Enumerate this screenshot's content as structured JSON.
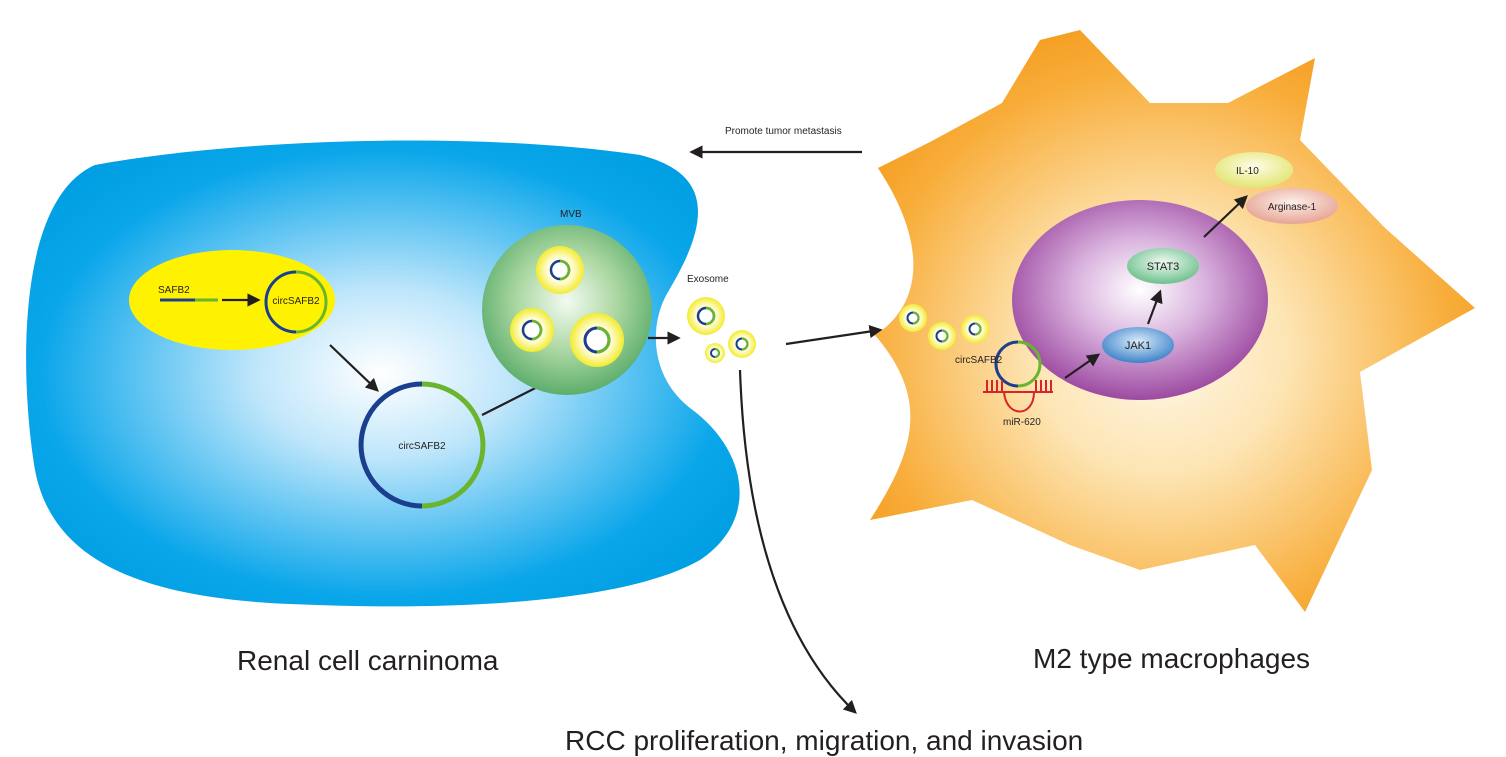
{
  "labels": {
    "promote": "Promote tumor metastasis",
    "mvb": "MVB",
    "exosome": "Exosome",
    "safb2": "SAFB2",
    "circ_small": "circSAFB2",
    "circ_big": "circSAFB2",
    "circ_macro": "circSAFB2",
    "mir": "miR-620",
    "jak1": "JAK1",
    "stat3": "STAT3",
    "il10": "IL-10",
    "arginase": "Arginase-1",
    "renal": "Renal cell carninoma",
    "m2": "M2 type macrophages",
    "rcc": "RCC proliferation, migration, and invasion"
  },
  "colors": {
    "rna_dark": "#1a3f8f",
    "rna_green": "#6ab42e",
    "mir_red": "#d7232a",
    "vesicle": "#f2ec2c"
  }
}
